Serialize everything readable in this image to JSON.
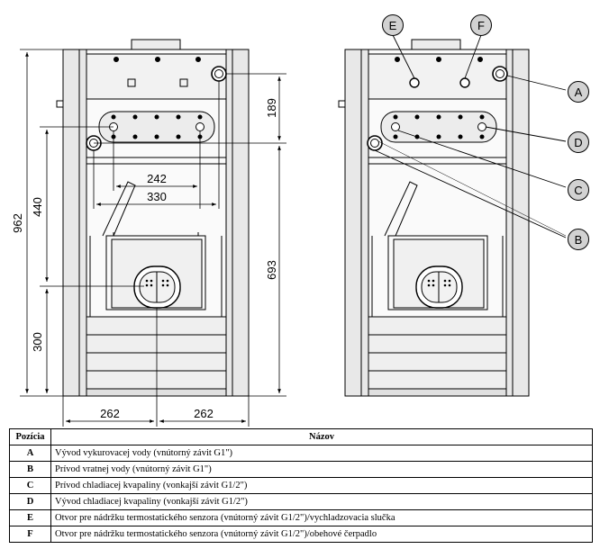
{
  "dimensions": {
    "total_height": "962",
    "upper_height": "440",
    "lower_height": "300",
    "top_offset": "189",
    "right_height": "693",
    "spacing_242": "242",
    "spacing_330": "330",
    "bottom_left": "262",
    "bottom_right": "262"
  },
  "markers": {
    "A": "A",
    "B": "B",
    "C": "C",
    "D": "D",
    "E": "E",
    "F": "F"
  },
  "table": {
    "header_position": "Pozícia",
    "header_name": "Názov",
    "rows": [
      {
        "code": "A",
        "name": "Vývod vykurovacej vody (vnútorný závit G1\")"
      },
      {
        "code": "B",
        "name": "Prívod vratnej vody (vnútorný závit G1\")"
      },
      {
        "code": "C",
        "name": "Prívod chladiacej kvapaliny (vonkajší závit G1/2\")"
      },
      {
        "code": "D",
        "name": "Vývod chladiacej kvapaliny (vonkajší závit G1/2\")"
      },
      {
        "code": "E",
        "name": "Otvor pre nádržku termostatického senzora (vnútorný závit G1/2\")/vychladzovacia slučka"
      },
      {
        "code": "F",
        "name": "Otvor pre nádržku termostatického senzora (vnútorný závit G1/2\")/obehové čerpadlo"
      }
    ]
  },
  "colors": {
    "line": "#000000",
    "panel": "#e6e6e6",
    "face": "#f4f4f4",
    "bubble": "#d2d2d2"
  }
}
